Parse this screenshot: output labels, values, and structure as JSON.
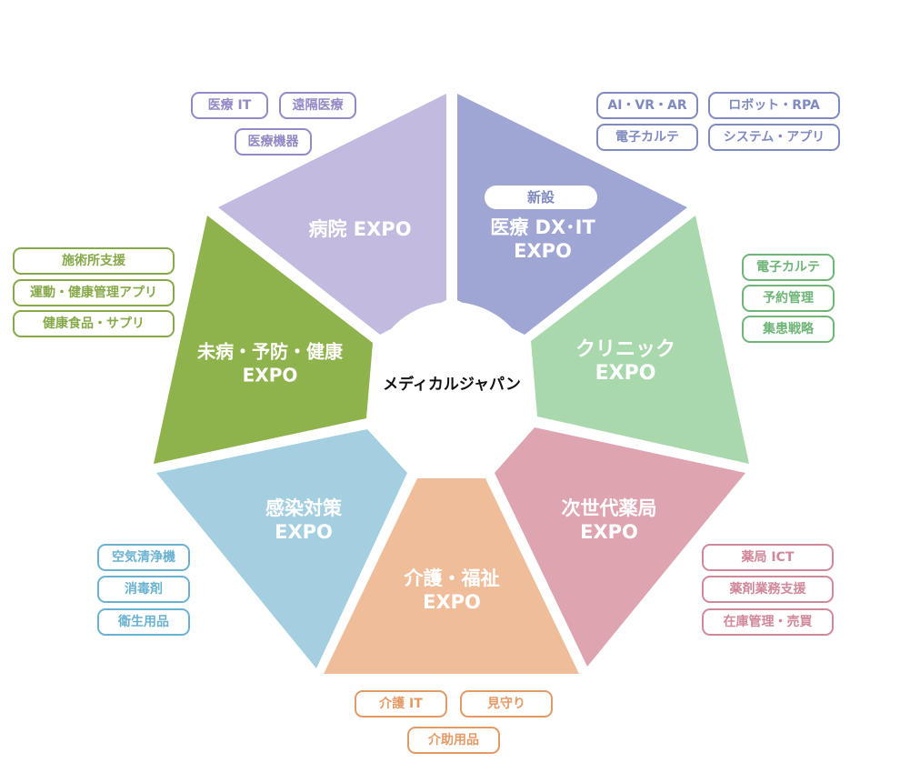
{
  "center": {
    "label": "メディカルジャパン"
  },
  "segments": [
    {
      "id": "hospital",
      "title_lines": [
        "病院 EXPO"
      ],
      "color": "#c3bbdf",
      "tag_color": "#9489c6",
      "tags": [
        "医療 IT",
        "遠隔医療",
        "医療機器"
      ]
    },
    {
      "id": "dx",
      "title_lines": [
        "医療 DX･IT",
        "EXPO"
      ],
      "badge": "新設",
      "color": "#9fa6d4",
      "tag_color": "#7f8ac0",
      "tags": [
        "AI・VR・AR",
        "ロボット・RPA",
        "電子カルテ",
        "システム・アプリ"
      ]
    },
    {
      "id": "clinic",
      "title_lines": [
        "クリニック",
        "EXPO"
      ],
      "color": "#a9d8ad",
      "tag_color": "#6fb577",
      "tags": [
        "電子カルテ",
        "予約管理",
        "集患戦略"
      ]
    },
    {
      "id": "pharmacy",
      "title_lines": [
        "次世代薬局",
        "EXPO"
      ],
      "color": "#dea5b1",
      "tag_color": "#d0889a",
      "tags": [
        "薬局 ICT",
        "薬剤業務支援",
        "在庫管理・売買"
      ]
    },
    {
      "id": "care",
      "title_lines": [
        "介護・福祉",
        "EXPO"
      ],
      "color": "#efbd99",
      "tag_color": "#e39a67",
      "tags": [
        "介護 IT",
        "見守り",
        "介助用品"
      ]
    },
    {
      "id": "infection",
      "title_lines": [
        "感染対策",
        "EXPO"
      ],
      "color": "#a3cfe1",
      "tag_color": "#6ab2d0",
      "tags": [
        "空気清浄機",
        "消毒剤",
        "衛生用品"
      ]
    },
    {
      "id": "prevention",
      "title_lines": [
        "未病・予防・健康",
        "EXPO"
      ],
      "color": "#8fb34c",
      "tag_color": "#86a94a",
      "tags": [
        "施術所支援",
        "運動・健康管理アプリ",
        "健康食品・サプリ"
      ]
    }
  ]
}
